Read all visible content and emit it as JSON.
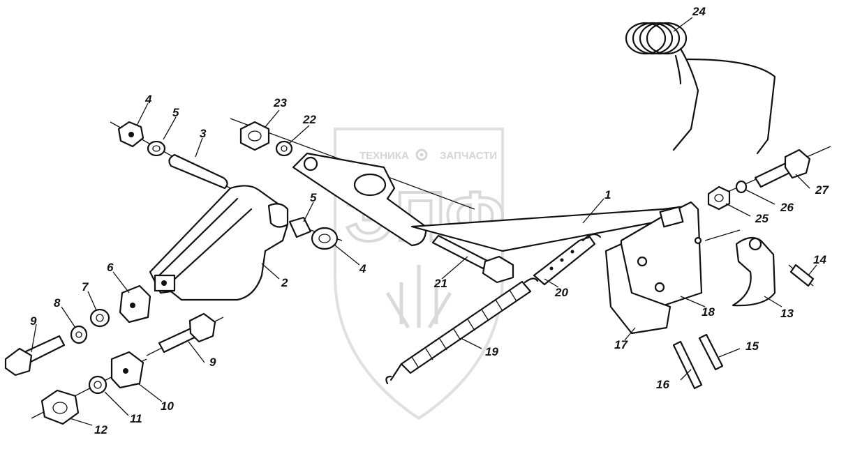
{
  "watermark": {
    "top_text_left": "ТЕХНИКА",
    "top_text_right": "ЗАПЧАСТИ",
    "monogram": "ЭПФ",
    "gear_icon": "gear-icon",
    "color": "#d5d5d5"
  },
  "part_labels": [
    {
      "id": "p1",
      "text": "1"
    },
    {
      "id": "p2",
      "text": "2"
    },
    {
      "id": "p3",
      "text": "3"
    },
    {
      "id": "p4a",
      "text": "4"
    },
    {
      "id": "p4b",
      "text": "4"
    },
    {
      "id": "p5a",
      "text": "5"
    },
    {
      "id": "p5b",
      "text": "5"
    },
    {
      "id": "p6",
      "text": "6"
    },
    {
      "id": "p7",
      "text": "7"
    },
    {
      "id": "p8",
      "text": "8"
    },
    {
      "id": "p9a",
      "text": "9"
    },
    {
      "id": "p9b",
      "text": "9"
    },
    {
      "id": "p10",
      "text": "10"
    },
    {
      "id": "p11",
      "text": "11"
    },
    {
      "id": "p12",
      "text": "12"
    },
    {
      "id": "p13",
      "text": "13"
    },
    {
      "id": "p14",
      "text": "14"
    },
    {
      "id": "p15",
      "text": "15"
    },
    {
      "id": "p16",
      "text": "16"
    },
    {
      "id": "p17",
      "text": "17"
    },
    {
      "id": "p18",
      "text": "18"
    },
    {
      "id": "p19",
      "text": "19"
    },
    {
      "id": "p20",
      "text": "20"
    },
    {
      "id": "p21",
      "text": "21"
    },
    {
      "id": "p22",
      "text": "22"
    },
    {
      "id": "p23",
      "text": "23"
    },
    {
      "id": "p24",
      "text": "24"
    },
    {
      "id": "p25",
      "text": "25"
    },
    {
      "id": "p26",
      "text": "26"
    },
    {
      "id": "p27",
      "text": "27"
    }
  ]
}
